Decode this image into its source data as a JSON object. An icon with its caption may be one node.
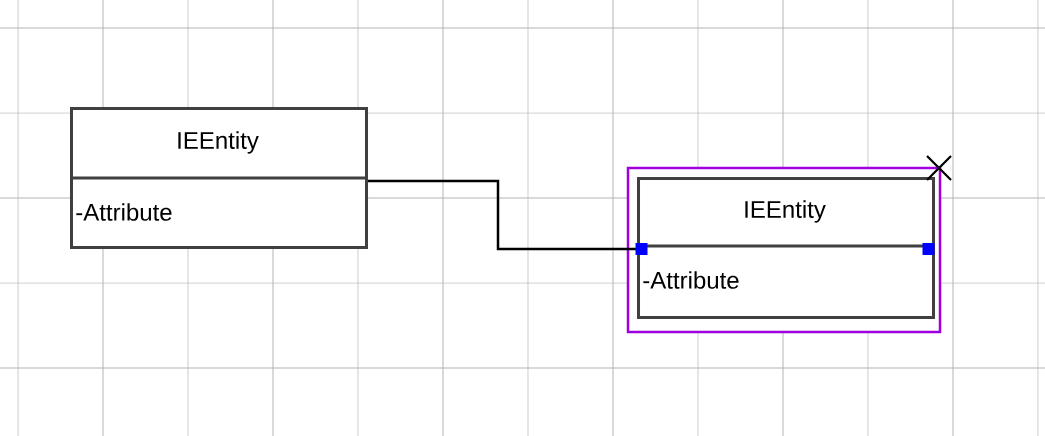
{
  "diagram": {
    "nodes": [
      {
        "text": [
          "IEEntity",
          "-Attribute"
        ]
      },
      {
        "text": [
          "IEEntity",
          "-Attribute"
        ]
      }
    ],
    "edges": [
      {
        "from": 0,
        "to": 1,
        "arrow": "none"
      }
    ]
  }
}
